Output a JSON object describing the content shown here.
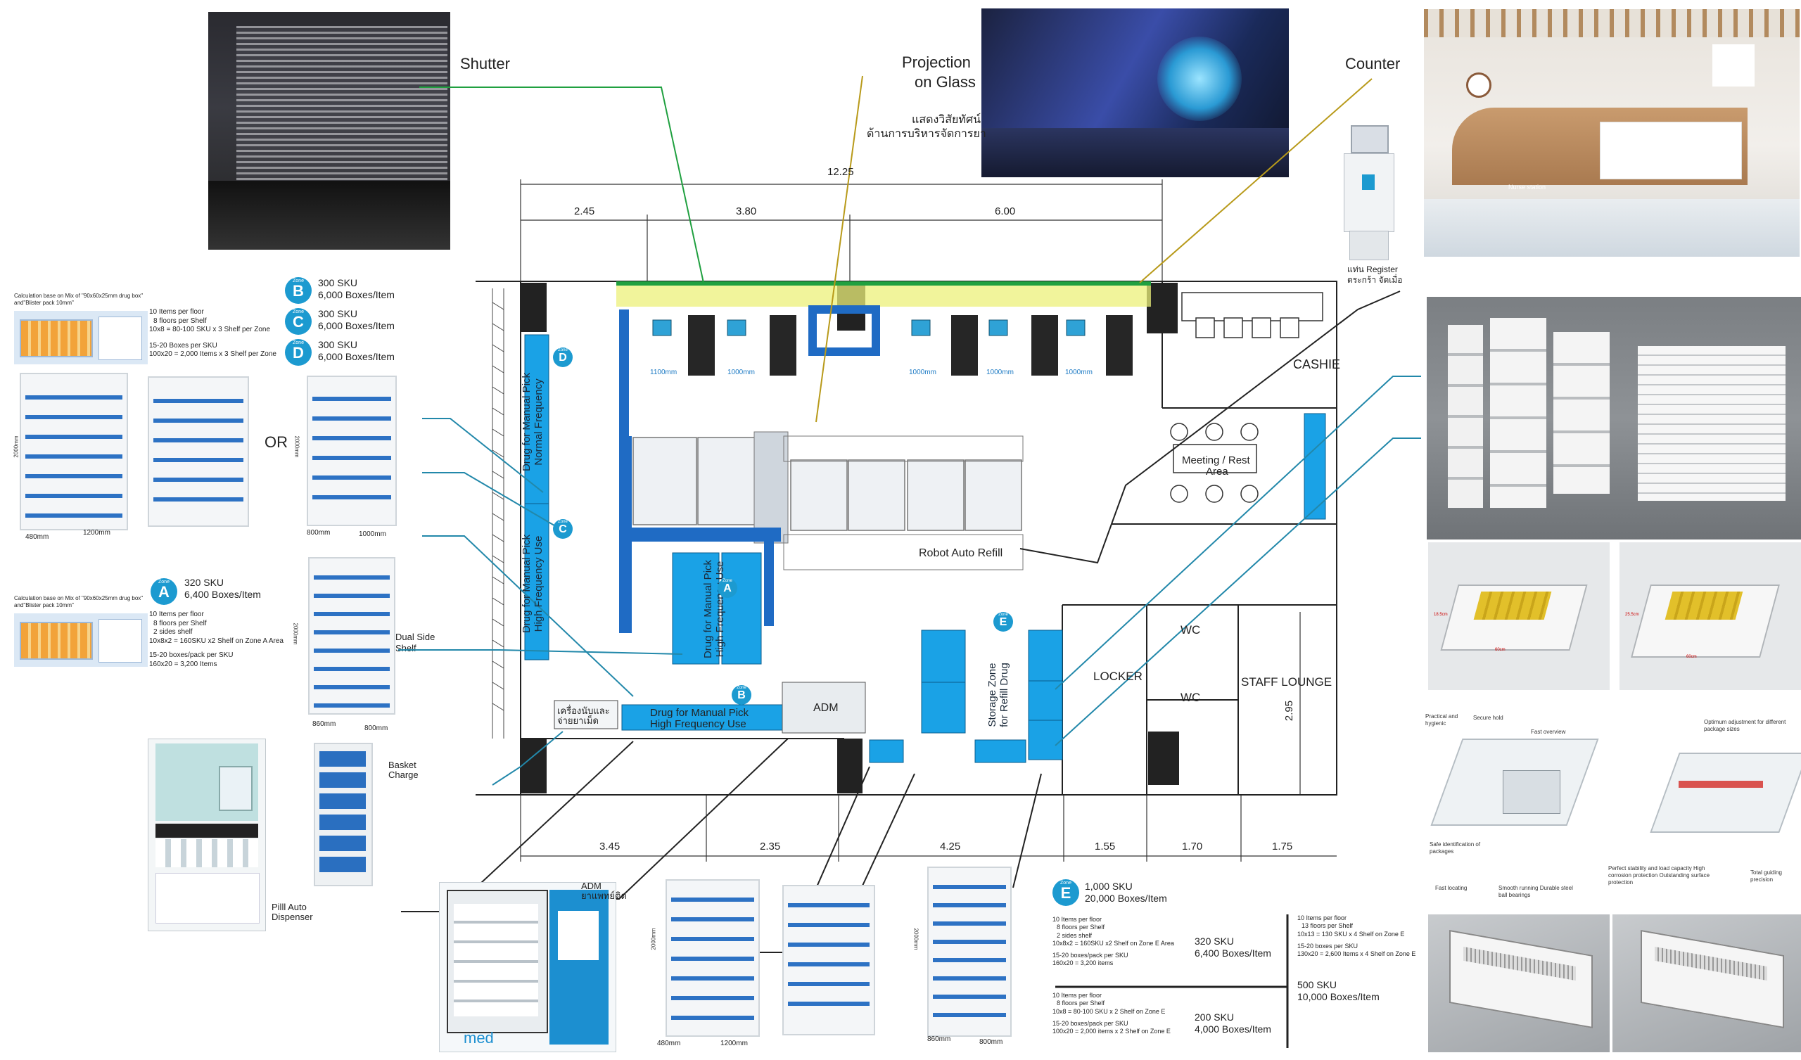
{
  "callouts": {
    "shutter": "Shutter",
    "projection_line1": "Projection",
    "projection_line2": "on Glass",
    "projection_thai1": "แสดงวิสัยทัศน์",
    "projection_thai2": "ด้านการบริหารจัดการยา",
    "counter": "Counter",
    "register_line1": "แท่น Register",
    "register_line2": "ตระกร้า จัดเมื่อ",
    "nurse_station": "Nurse station",
    "or": "OR",
    "dual_side_line1": "Dual Side",
    "dual_side_line2": "Shelf",
    "basket_line1": "Basket",
    "basket_line2": "Charge",
    "pill_line1": "Pilll Auto",
    "pill_line2": "Dispenser",
    "adm_line1": "ADM",
    "adm_line2": "ยาแพทย์ติด",
    "machine_brand": "med"
  },
  "calc": {
    "title1": "Calculation base on Mix of \"90x60x25mm drug box\"",
    "title1b": "and\"Blister pack 10mm\"",
    "block1": [
      "10 Items per floor",
      "8 floors per Shelf",
      "10x8 = 80-100 SKU x 3 Shelf per Zone",
      "",
      "15-20 Boxes per SKU",
      "100x20 = 2,000 Items x 3 Shelf per Zone"
    ],
    "title2": "Calculation base on Mix of \"90x60x25mm drug box\"",
    "title2b": "and\"Blister pack 10mm\"",
    "block2": [
      "10 Items per floor",
      "8 floors per Shelf",
      "2 sides shelf",
      "10x8x2 = 160SKU x2 Shelf on Zone A Area",
      "",
      "15-20 boxes/pack per SKU",
      "160x20 = 3,200 Items"
    ]
  },
  "zones": {
    "B": {
      "letter": "B",
      "tag": "Zone",
      "sku": "300 SKU",
      "boxes": "6,000 Boxes/Item"
    },
    "C": {
      "letter": "C",
      "tag": "Zone",
      "sku": "300 SKU",
      "boxes": "6,000 Boxes/Item"
    },
    "D": {
      "letter": "D",
      "tag": "Zone",
      "sku": "300 SKU",
      "boxes": "6,000 Boxes/Item"
    },
    "A": {
      "letter": "A",
      "tag": "Zone",
      "sku": "320 SKU",
      "boxes": "6,400 Boxes/Item"
    },
    "E": {
      "letter": "E",
      "tag": "Zone",
      "sku": "1,000 SKU",
      "boxes": "20,000 Boxes/Item"
    }
  },
  "shelf_dims": {
    "s1_h": "2000mm",
    "s1_d": "480mm",
    "s1_w": "1200mm",
    "s2_h": "2000mm",
    "s2_d": "800mm",
    "s2_w": "1000mm",
    "s3_h": "2000mm",
    "s3_d": "860mm",
    "s3_w": "800mm",
    "b1_h": "2000mm",
    "b1_d": "480mm",
    "b1_w": "1200mm",
    "b3_h": "2000mm",
    "b3_d": "860mm",
    "b3_w": "800mm"
  },
  "plan": {
    "dims_top": [
      "12.25",
      "2.45",
      "3.80",
      "6.00"
    ],
    "dims_bottom": [
      "3.45",
      "2.35",
      "4.25",
      "1.55",
      "1.70",
      "1.75"
    ],
    "dim_side": "2.95",
    "spacing": [
      "1100mm",
      "1000mm",
      "1000mm",
      "1000mm",
      "1000mm"
    ],
    "cashier": "CASHIE",
    "meeting_line1": "Meeting / Rest",
    "meeting_line2": "Area",
    "robot": "Robot Auto Refill",
    "locker": "LOCKER",
    "wc1": "WC",
    "wc2": "WC",
    "staff": "STAFF LOUNGE",
    "adm": "ADM",
    "zone_d_text1": "Drug for Manual Pick",
    "zone_d_text2": "Normal Frequency",
    "zone_c_text1": "Drug for Manual Pick",
    "zone_c_text2": "High Frequency Use",
    "zone_a_text1": "Drug for Manual Pick",
    "zone_a_text2": "High Frequency Use",
    "zone_b_text1": "Drug for Manual Pick",
    "zone_b_text2": "High Frequency Use",
    "zone_e_text1": "Storage Zone",
    "zone_e_text2": "for Refill Drug",
    "thai_counter1": "เครื่องนับและ",
    "thai_counter2": "จ่ายยาเม็ด"
  },
  "bottom_text": {
    "left_block": [
      "10 Items per floor",
      "8 floors per Shelf",
      "2 sides shelf",
      "10x8x2 = 160SKU x2 Shelf on Zone E Area",
      "",
      "15-20 boxes/pack per SKU",
      "160x20 = 3,200 items"
    ],
    "left_sku": "320 SKU",
    "left_boxes": "6,400 Boxes/Item",
    "left2_block": [
      "10 Items per floor",
      "8 floors per Shelf",
      "10x8 = 80-100 SKU x 2 Shelf on Zone E",
      "",
      "15-20 boxes/pack per SKU",
      "100x20 = 2,000 items x 2 Shelf on Zone E"
    ],
    "left2_sku": "200 SKU",
    "left2_boxes": "4,000 Boxes/Item",
    "right_block": [
      "10 Items per floor",
      "13 floors per Shelf",
      "10x13 = 130 SKU x 4 Shelf on Zone E",
      "",
      "15-20 boxes per SKU",
      "130x20 = 2,600 Items x 4 Shelf on Zone E"
    ],
    "right_sku": "500 SKU",
    "right_boxes": "10,000 Boxes/Item"
  },
  "drawer_features": {
    "practical": "Practical and hygienic",
    "secure": "Secure hold",
    "overview": "Fast overview",
    "optimum": "Optimum adjustment for different package sizes",
    "safe": "Safe identification of packages",
    "fast_loc": "Fast locating",
    "smooth": "Smooth running Durable steel ball bearings",
    "stability": "Perfect stability and load capacity High corrosion protection Outstanding surface protection",
    "guiding": "Total guiding precision",
    "w1": "60cm",
    "h1": "18.5cm",
    "w2": "60cm",
    "h2": "25.5cm"
  }
}
